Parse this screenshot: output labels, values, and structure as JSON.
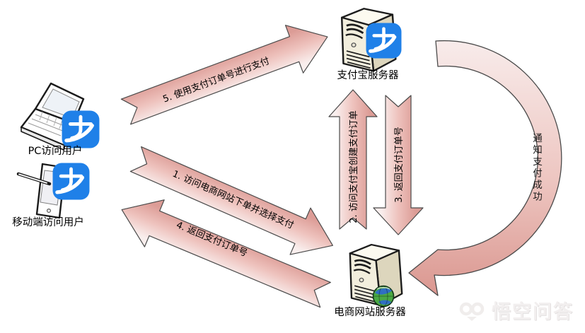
{
  "diagram": {
    "title": "Alipay payment flow diagram",
    "nodes": {
      "alipay_server": {
        "label": "支付宝服务器",
        "icon": "server-with-alipay-logo"
      },
      "pc_user": {
        "label": "PC访问用户",
        "icon": "laptop-with-alipay-logo"
      },
      "mobile_user": {
        "label": "移动端访问用户",
        "icon": "handheld-with-alipay-logo"
      },
      "ecommerce_server": {
        "label": "电商网站服务器",
        "icon": "server-with-globe"
      }
    },
    "flows": [
      {
        "id": "step1",
        "label": "1. 访问电商网站下单并选择支付",
        "from": "pc_user/mobile_user",
        "to": "ecommerce_server",
        "shape": "straight-arrow"
      },
      {
        "id": "step2",
        "label": "2. 访问支付宝创建支付订单",
        "from": "ecommerce_server",
        "to": "alipay_server",
        "shape": "straight-arrow-up"
      },
      {
        "id": "step3",
        "label": "3. 返回支付订单号",
        "from": "alipay_server",
        "to": "ecommerce_server",
        "shape": "straight-arrow-down"
      },
      {
        "id": "step4",
        "label": "4. 返回支付订单号",
        "from": "ecommerce_server",
        "to": "pc_user/mobile_user",
        "shape": "straight-arrow"
      },
      {
        "id": "step5",
        "label": "5. 使用支付订单号进行支付",
        "from": "pc_user/mobile_user",
        "to": "alipay_server",
        "shape": "straight-arrow"
      },
      {
        "id": "notify",
        "label": "通知支付成功",
        "from": "alipay_server",
        "to": "ecommerce_server",
        "shape": "curved-arrow"
      }
    ],
    "colors": {
      "arrow_fill_dark": "#dc9c96",
      "arrow_fill_mid": "#eec2bd",
      "arrow_fill_light": "#f9eeed",
      "arrow_outline": "#4a4a4a",
      "alipay_blue": "#1f80e8",
      "server_front": "#f2eedd",
      "server_side": "#ddd6bd",
      "server_top": "#fcfaf0",
      "globe_green": "#4aa944",
      "globe_blue": "#2f6fc2",
      "label_text": "#000000"
    }
  },
  "watermark": {
    "text": "悟空问答",
    "icon": "wukong-logo"
  }
}
